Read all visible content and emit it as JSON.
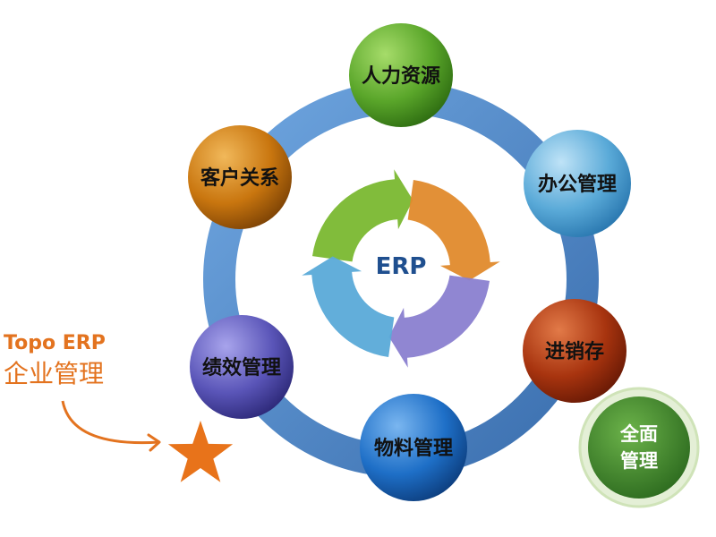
{
  "center": {
    "label": "ERP"
  },
  "nodes": [
    {
      "label": "人力资源",
      "color": "#5aa62a"
    },
    {
      "label": "办公管理",
      "color": "#4a9fd6"
    },
    {
      "label": "进销存",
      "color": "#a8340f"
    },
    {
      "label": "物料管理",
      "color": "#1e6fc7"
    },
    {
      "label": "绩效管理",
      "color": "#5a55b8"
    },
    {
      "label": "客户关系",
      "color": "#c9760f"
    }
  ],
  "badge": {
    "line1": "全面",
    "line2": "管理",
    "color": "#3e8a2e",
    "ring": "#cfe3b8"
  },
  "side_note": {
    "line1": "Topo  ERP",
    "line2": "企业管理",
    "color": "#e3731f"
  },
  "ring_color": "#4a86c8",
  "cycle_colors": [
    "#7ab830",
    "#e08a2c",
    "#8a7fd0",
    "#5aaad8"
  ]
}
